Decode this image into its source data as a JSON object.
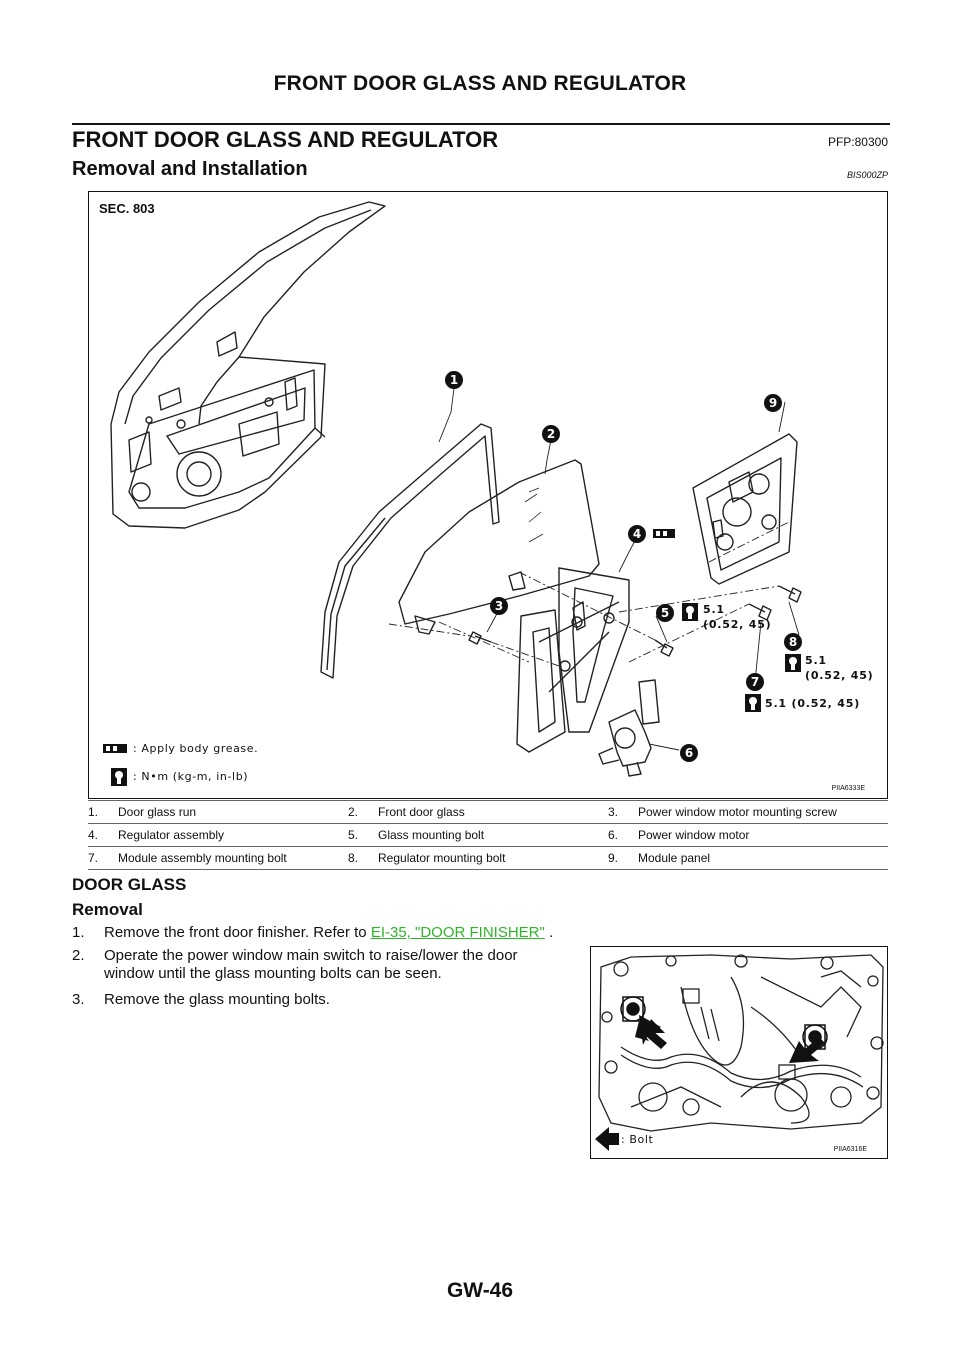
{
  "header": {
    "running_title": "FRONT DOOR GLASS AND REGULATOR"
  },
  "section": {
    "title": "FRONT DOOR GLASS AND REGULATOR",
    "pfp": "PFP:80300",
    "subtitle": "Removal and Installation",
    "ref_code": "BIS000ZP"
  },
  "figure": {
    "sec_label": "SEC. 803",
    "callouts": [
      "1",
      "2",
      "3",
      "4",
      "5",
      "6",
      "7",
      "8",
      "9"
    ],
    "torque_5_line1": "5.1",
    "torque_5_line2": "(0.52, 45)",
    "torque_8_line1": "5.1",
    "torque_8_line2": "(0.52, 45)",
    "torque_7": "5.1 (0.52, 45)",
    "legend_grease": ": Apply body grease.",
    "legend_torque": ": N•m (kg-m, in-lb)",
    "figure_id": "PIIA6333E",
    "icons": [
      "grease-icon",
      "torque-wrench-icon"
    ]
  },
  "parts": [
    [
      {
        "num": "1.",
        "name": "Door glass run"
      },
      {
        "num": "2.",
        "name": "Front door glass"
      },
      {
        "num": "3.",
        "name": "Power window motor mounting screw"
      }
    ],
    [
      {
        "num": "4.",
        "name": "Regulator assembly"
      },
      {
        "num": "5.",
        "name": "Glass mounting bolt"
      },
      {
        "num": "6.",
        "name": "Power window motor"
      }
    ],
    [
      {
        "num": "7.",
        "name": "Module assembly mounting bolt"
      },
      {
        "num": "8.",
        "name": "Regulator mounting bolt"
      },
      {
        "num": "9.",
        "name": "Module panel"
      }
    ]
  ],
  "door_glass": {
    "heading": "DOOR GLASS",
    "removal_heading": "Removal",
    "steps": [
      {
        "num": "1.",
        "text_before": "Remove the front door finisher. Refer to ",
        "link": "EI-35, \"DOOR FINISHER\"",
        "text_after": " ."
      },
      {
        "num": "2.",
        "line1": "Operate the power window main switch to raise/lower the door",
        "line2": "window until the glass mounting bolts can be seen."
      },
      {
        "num": "3.",
        "text": "Remove the glass mounting bolts."
      }
    ]
  },
  "photo": {
    "legend": ": Bolt",
    "figure_id": "PIIA6316E"
  },
  "footer": {
    "page_number": "GW-46"
  }
}
